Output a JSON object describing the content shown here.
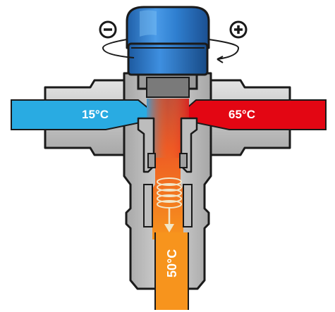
{
  "labels": {
    "cold_inlet": "15°C",
    "hot_inlet": "65°C",
    "mixed_outlet": "50°C"
  },
  "icons": {
    "decrease": "minus-circle-icon",
    "increase": "plus-circle-icon",
    "rotation": "rotation-arrow-icon"
  },
  "colors": {
    "cold": "#29abe2",
    "hot": "#e30613",
    "mixed": "#f7941d",
    "cap": "#2f7fd0",
    "body": "#c9c9c9",
    "outline": "#1a1a1a"
  }
}
